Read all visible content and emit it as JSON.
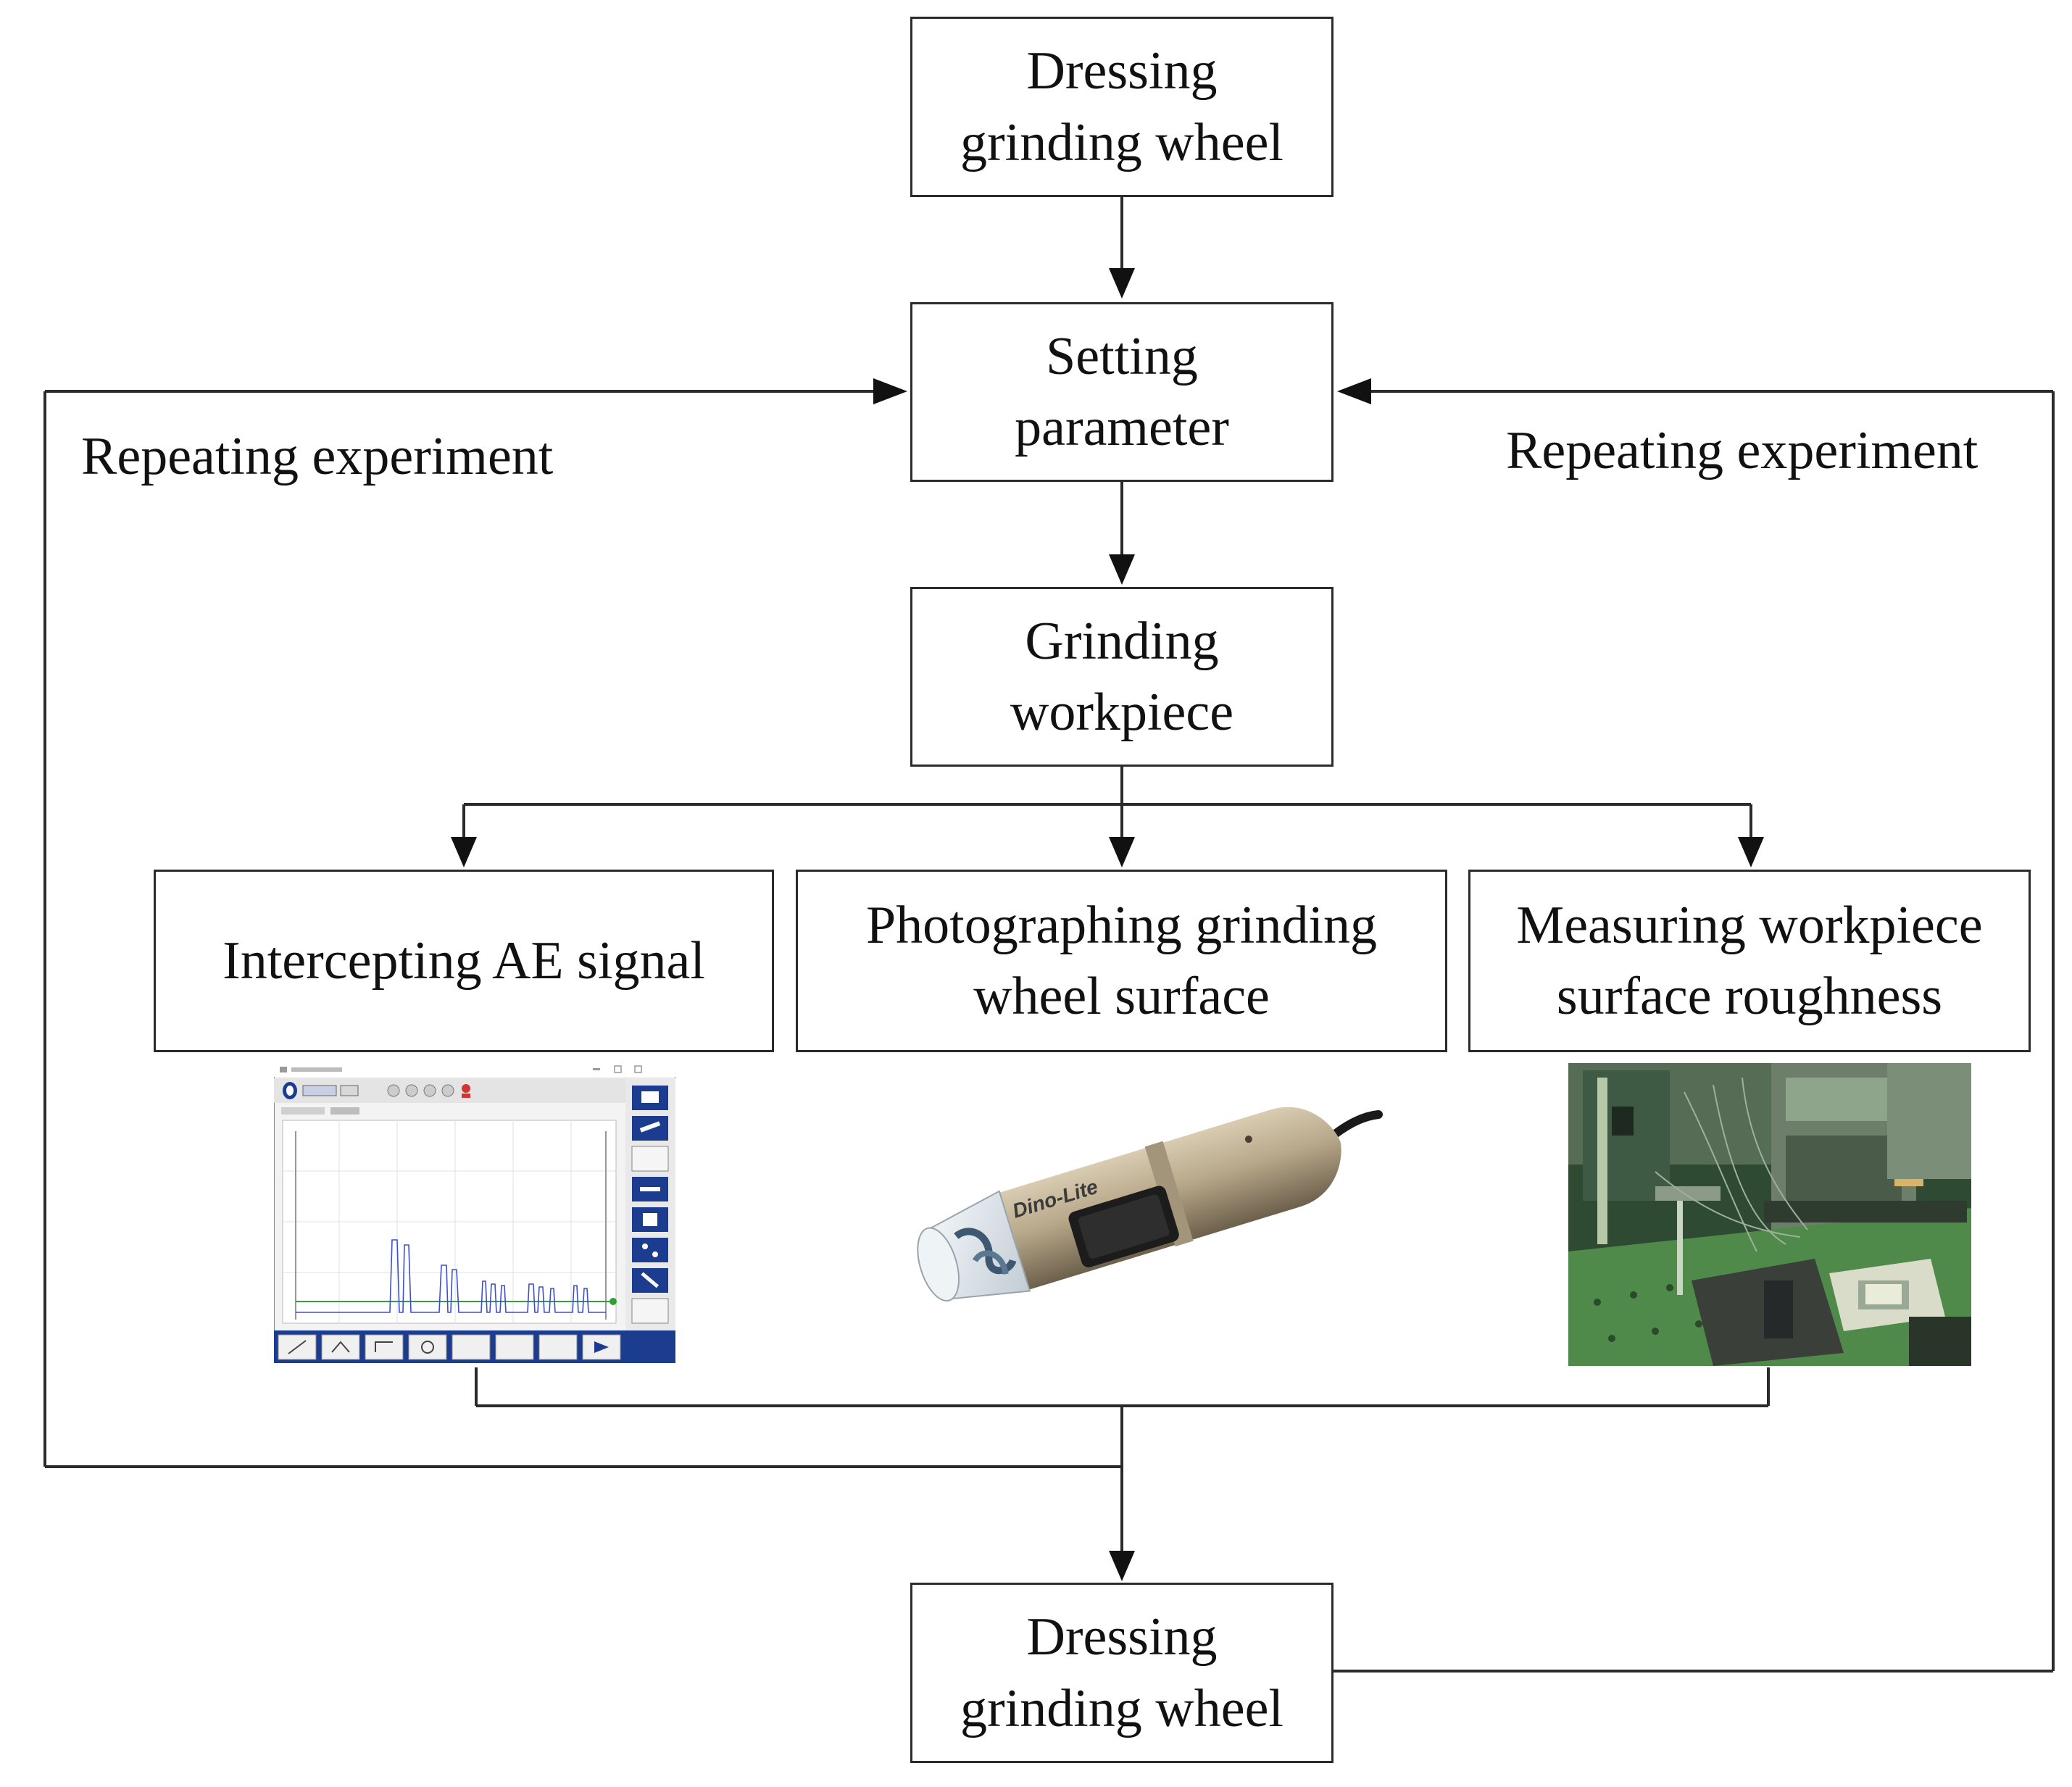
{
  "nodes": {
    "dress_top": "Dressing\ngrinding wheel",
    "setting": "Setting\nparameter",
    "grinding": "Grinding\nworkpiece",
    "ae": "Intercepting AE signal",
    "photo": "Photographing grinding\nwheel surface",
    "measure": "Measuring workpiece\nsurface roughness",
    "dress_bottom": "Dressing\ngrinding wheel"
  },
  "loop_labels": {
    "left": "Repeating experiment",
    "right": "Repeating experiment"
  },
  "images": {
    "ae_software": "ae-signal-software-screenshot",
    "microscope": "dino-lite-digital-microscope",
    "roughness_tester": "surface-roughness-measuring-instrument"
  },
  "microscope_brand": "Dino-Lite",
  "colors": {
    "line": "#2b2b2b",
    "text": "#111111",
    "signal": "#3d4fcf"
  }
}
